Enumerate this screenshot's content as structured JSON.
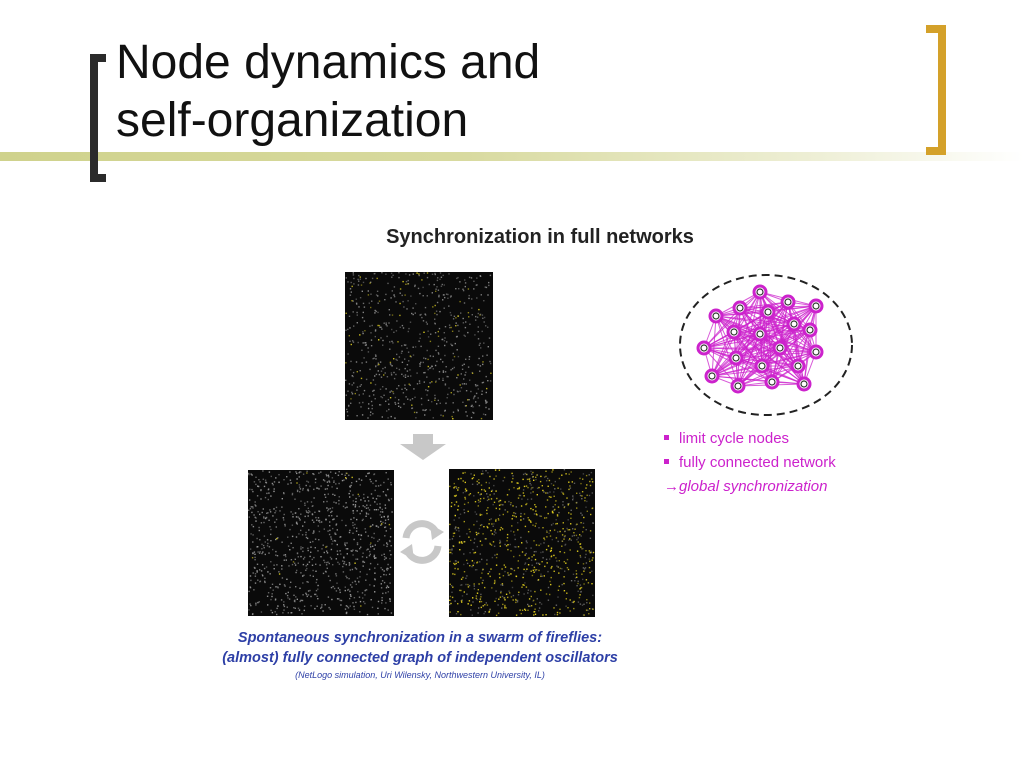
{
  "slide": {
    "title_line1": "Node dynamics and",
    "title_line2": "self-organization",
    "accent_color": "#d4a12a",
    "rule_color": "#cfd28c"
  },
  "figure": {
    "heading": "Synchronization in full networks",
    "panels": [
      {
        "name": "unsynchronized fireflies",
        "dot_color": "#8a8a8a"
      },
      {
        "name": "dark phase fireflies",
        "dot_color": "#9a9a9a"
      },
      {
        "name": "flashing phase fireflies",
        "dot_color": "#e6d21f"
      }
    ],
    "arrow_icon": "arrow-down-icon",
    "cycle_icon": "refresh-cycle-icon",
    "network_color": "#cc22cc",
    "bullets": [
      "limit cycle nodes",
      "fully connected network"
    ],
    "result": "→global synchronization",
    "caption_line1": "Spontaneous synchronization in a swarm of fireflies:",
    "caption_line2": "(almost) fully connected graph of independent oscillators",
    "caption_credit": "(NetLogo simulation, Uri Wilensky, Northwestern University, IL)"
  }
}
